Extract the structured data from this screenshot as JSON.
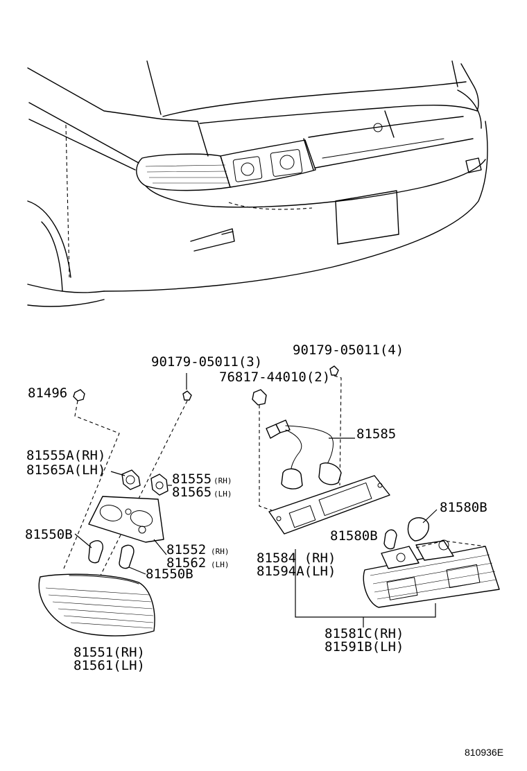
{
  "diagram": {
    "reference_code": "810936E",
    "labels": {
      "clip_90179_3": "90179-05011(3)",
      "clip_90179_4": "90179-05011(4)",
      "nut_76817": "76817-44010(2)",
      "clip_81496": "81496",
      "socket_81585": "81585",
      "bulb_81555a": "81555A(RH)",
      "bulb_81565a": "81565A(LH)",
      "socket_81555": "81555",
      "socket_81555_side": "(RH)",
      "socket_81565": "81565",
      "socket_81565_side": "(LH)",
      "bulb_81550b_left": "81550B",
      "gasket_81552": "81552",
      "gasket_81552_side": "(RH)",
      "gasket_81562": "81562",
      "gasket_81562_side": "(LH)",
      "bulb_81550b_bottom": "81550B",
      "bulb_81580b_top": "81580B",
      "bulb_81580b_mid": "81580B",
      "gasket_81584": "81584 (RH)",
      "gasket_81594a": "81594A(LH)",
      "lamp_81581c": "81581C(RH)",
      "lamp_81591b": "81591B(LH)",
      "lamp_81551": "81551(RH)",
      "lamp_81561": "81561(LH)"
    }
  }
}
